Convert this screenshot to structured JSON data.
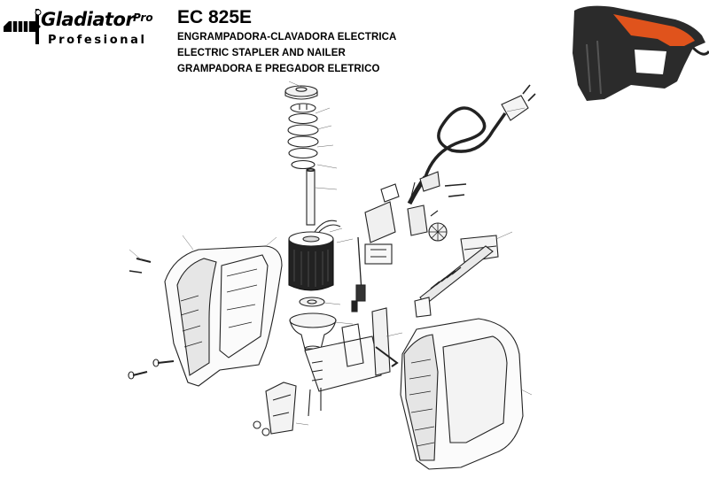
{
  "brand": {
    "name": "Gladiator",
    "tier": "Pro",
    "subtitle": "Profesional"
  },
  "document": {
    "model": "EC 825E",
    "descriptions": [
      "ENGRAMPADORA-CLAVADORA ELECTRICA",
      "ELECTRIC STAPLER AND NAILER",
      "GRAMPADORA E PREGADOR ELETRICO"
    ]
  },
  "diagram": {
    "type": "exploded-parts-view",
    "parts": [
      "housing-left",
      "housing-right",
      "coil-spring",
      "spring-washer",
      "plunger-rod",
      "solenoid-coil",
      "lower-bushing",
      "nose-cone",
      "guide-plate",
      "staple-magazine",
      "nail-pusher",
      "pusher-spring",
      "power-cord",
      "cord-plug",
      "strain-relief",
      "circuit-board",
      "switch-trigger",
      "adjustment-knob",
      "hex-key",
      "housing-screws",
      "nose-clip"
    ]
  },
  "photo": {
    "subject": "stapler-product-photo",
    "colors": {
      "body": "#2b2b2b",
      "accent": "#e0531c"
    }
  }
}
